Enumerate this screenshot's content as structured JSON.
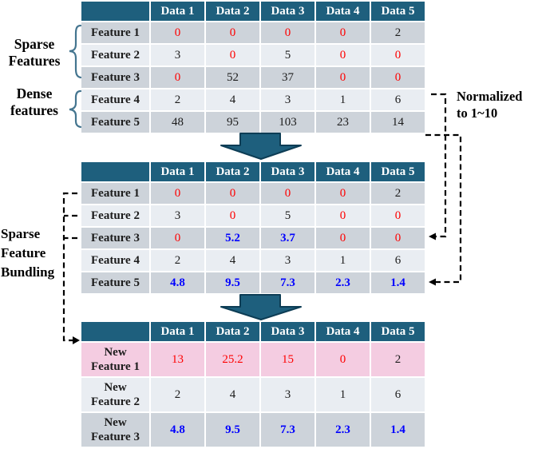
{
  "annotations": {
    "sparse_features": {
      "line1": "Sparse",
      "line2": "Features"
    },
    "dense_features": {
      "line1": "Dense",
      "line2": "features"
    },
    "sparse_feature_bundling": {
      "line1": "Sparse",
      "line2": "Feature",
      "line3": "Bundling"
    },
    "normalized": {
      "line1": "Normalized",
      "line2": "to 1~10"
    }
  },
  "palette": {
    "header_teal": "#1e5f7d",
    "arrow_teal": "#1e5f7d",
    "arrow_outline": "#0d3d55",
    "row_gray": "#cdd3da",
    "row_light": "#e9edf2",
    "row_pink": "#f4cce1",
    "value_red": "#fe0000",
    "value_blue": "#0000fe",
    "brace_blue": "#44758f",
    "connector_black": "#000000"
  },
  "tables": {
    "original": {
      "headers": [
        "",
        "Data 1",
        "Data 2",
        "Data 3",
        "Data 4",
        "Data 5"
      ],
      "rows": [
        {
          "lbl": "Feature 1",
          "cells": [
            {
              "t": "0",
              "cls": "red"
            },
            {
              "t": "0",
              "cls": "red"
            },
            {
              "t": "0",
              "cls": "red"
            },
            {
              "t": "0",
              "cls": "red"
            },
            {
              "t": "2",
              "cls": "blk"
            }
          ]
        },
        {
          "lbl": "Feature 2",
          "cells": [
            {
              "t": "3",
              "cls": "blk"
            },
            {
              "t": "0",
              "cls": "red"
            },
            {
              "t": "5",
              "cls": "blk"
            },
            {
              "t": "0",
              "cls": "red"
            },
            {
              "t": "0",
              "cls": "red"
            }
          ]
        },
        {
          "lbl": "Feature 3",
          "cells": [
            {
              "t": "0",
              "cls": "red"
            },
            {
              "t": "52",
              "cls": "blk"
            },
            {
              "t": "37",
              "cls": "blk"
            },
            {
              "t": "0",
              "cls": "red"
            },
            {
              "t": "0",
              "cls": "red"
            }
          ]
        },
        {
          "lbl": "Feature 4",
          "cells": [
            {
              "t": "2",
              "cls": "blk"
            },
            {
              "t": "4",
              "cls": "blk"
            },
            {
              "t": "3",
              "cls": "blk"
            },
            {
              "t": "1",
              "cls": "blk"
            },
            {
              "t": "6",
              "cls": "blk"
            }
          ]
        },
        {
          "lbl": "Feature 5",
          "cells": [
            {
              "t": "48",
              "cls": "blk"
            },
            {
              "t": "95",
              "cls": "blk"
            },
            {
              "t": "103",
              "cls": "blk"
            },
            {
              "t": "23",
              "cls": "blk"
            },
            {
              "t": "14",
              "cls": "blk"
            }
          ]
        }
      ]
    },
    "normalized": {
      "headers": [
        "",
        "Data 1",
        "Data 2",
        "Data 3",
        "Data 4",
        "Data 5"
      ],
      "rows": [
        {
          "lbl": "Feature 1",
          "cells": [
            {
              "t": "0",
              "cls": "red"
            },
            {
              "t": "0",
              "cls": "red"
            },
            {
              "t": "0",
              "cls": "red"
            },
            {
              "t": "0",
              "cls": "red"
            },
            {
              "t": "2",
              "cls": "blk"
            }
          ]
        },
        {
          "lbl": "Feature 2",
          "cells": [
            {
              "t": "3",
              "cls": "blk"
            },
            {
              "t": "0",
              "cls": "red"
            },
            {
              "t": "5",
              "cls": "blk"
            },
            {
              "t": "0",
              "cls": "red"
            },
            {
              "t": "0",
              "cls": "red"
            }
          ]
        },
        {
          "lbl": "Feature 3",
          "cells": [
            {
              "t": "0",
              "cls": "red"
            },
            {
              "t": "5.2",
              "cls": "blu"
            },
            {
              "t": "3.7",
              "cls": "blu"
            },
            {
              "t": "0",
              "cls": "red"
            },
            {
              "t": "0",
              "cls": "red"
            }
          ]
        },
        {
          "lbl": "Feature 4",
          "cells": [
            {
              "t": "2",
              "cls": "blk"
            },
            {
              "t": "4",
              "cls": "blk"
            },
            {
              "t": "3",
              "cls": "blk"
            },
            {
              "t": "1",
              "cls": "blk"
            },
            {
              "t": "6",
              "cls": "blk"
            }
          ]
        },
        {
          "lbl": "Feature 5",
          "cells": [
            {
              "t": "4.8",
              "cls": "blu"
            },
            {
              "t": "9.5",
              "cls": "blu"
            },
            {
              "t": "7.3",
              "cls": "blu"
            },
            {
              "t": "2.3",
              "cls": "blu"
            },
            {
              "t": "1.4",
              "cls": "blu"
            }
          ]
        }
      ]
    },
    "bundled": {
      "headers": [
        "",
        "Data 1",
        "Data 2",
        "Data 3",
        "Data 4",
        "Data 5"
      ],
      "rows": [
        {
          "lbl": "New",
          "lbl2": "Feature 1",
          "cells": [
            {
              "t": "13",
              "cls": "red"
            },
            {
              "t": "25.2",
              "cls": "red"
            },
            {
              "t": "15",
              "cls": "red"
            },
            {
              "t": "0",
              "cls": "red"
            },
            {
              "t": "2",
              "cls": "blk"
            }
          ]
        },
        {
          "lbl": "New",
          "lbl2": "Feature 2",
          "cells": [
            {
              "t": "2",
              "cls": "blk"
            },
            {
              "t": "4",
              "cls": "blk"
            },
            {
              "t": "3",
              "cls": "blk"
            },
            {
              "t": "1",
              "cls": "blk"
            },
            {
              "t": "6",
              "cls": "blk"
            }
          ]
        },
        {
          "lbl": "New",
          "lbl2": "Feature 3",
          "cells": [
            {
              "t": "4.8",
              "cls": "blu"
            },
            {
              "t": "9.5",
              "cls": "blu"
            },
            {
              "t": "7.3",
              "cls": "blu"
            },
            {
              "t": "2.3",
              "cls": "blu"
            },
            {
              "t": "1.4",
              "cls": "blu"
            }
          ]
        }
      ]
    }
  }
}
